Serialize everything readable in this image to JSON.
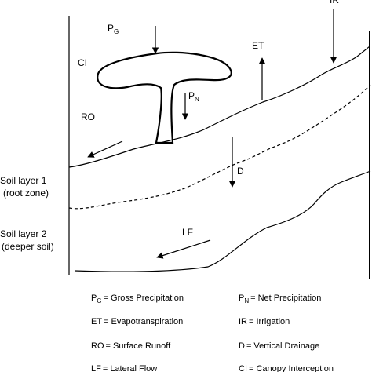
{
  "labels": {
    "pg": "P",
    "pg_sub": "G",
    "ci": "CI",
    "pn": "P",
    "pn_sub": "N",
    "et": "ET",
    "ir": "IR",
    "ro": "RO",
    "d": "D",
    "lf": "LF",
    "soil_layer_1": "Soil layer 1",
    "soil_layer_1_note": "(root zone)",
    "soil_layer_2": "Soil layer 2",
    "soil_layer_2_note": "(deeper soil)"
  },
  "legend": [
    {
      "left": {
        "sym": "P",
        "sub": "G",
        "text": "= Gross Precipitation"
      },
      "right": {
        "sym": "P",
        "sub": "N",
        "text": "= Net Precipitation"
      }
    },
    {
      "left": {
        "sym": "ET",
        "sub": "",
        "text": "= Evapotranspiration"
      },
      "right": {
        "sym": "IR",
        "sub": "",
        "text": "= Irrigation"
      }
    },
    {
      "left": {
        "sym": "RO",
        "sub": "",
        "text": "= Surface Runoff"
      },
      "right": {
        "sym": "D",
        "sub": "",
        "text": "= Vertical Drainage"
      }
    },
    {
      "left": {
        "sym": "LF",
        "sub": "",
        "text": "= Lateral Flow"
      },
      "right": {
        "sym": "CI",
        "sub": "",
        "text": "= Canopy Interception"
      }
    }
  ]
}
